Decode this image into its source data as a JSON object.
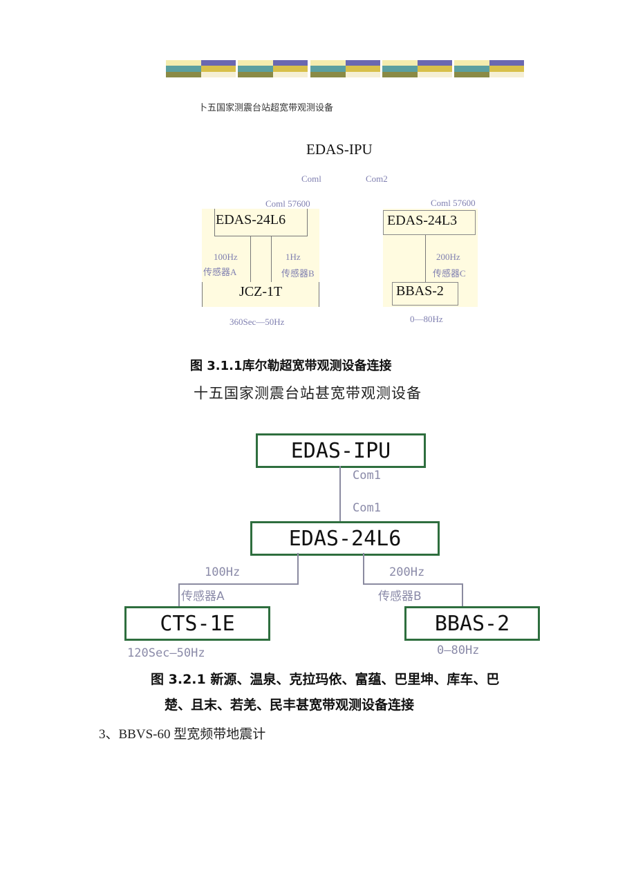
{
  "band_colors": {
    "light_yellow": "#f3ecae",
    "yellow": "#d8c04a",
    "olive": "#8a8a45",
    "teal": "#5aa0a0",
    "purple": "#6a68b0",
    "cream": "#f5efd4"
  },
  "header_caption": "卜五国家测震台站超宽带观测设备",
  "diagram1": {
    "title": "EDAS-IPU",
    "com1": "Coml",
    "com2": "Com2",
    "left": {
      "rate": "Coml 57600",
      "box_top": "EDAS-24L6",
      "sensor_a_hz": "100Hz",
      "sensor_a_name": "传感器A",
      "sensor_b_hz": "1Hz",
      "sensor_b_name": "传感器B",
      "box_bottom": "JCZ-1T",
      "range": "360Sec—50Hz"
    },
    "right": {
      "rate": "Coml 57600",
      "box_top": "EDAS-24L3",
      "sensor_c_hz": "200Hz",
      "sensor_c_name": "传感器C",
      "box_bottom": "BBAS-2",
      "range": "0—80Hz"
    }
  },
  "figure1_caption": {
    "prefix": "图",
    "number": "3.1.1",
    "text": "库尔勒超宽带观测设备连接"
  },
  "section_title": "十五国家测震台站甚宽带观测设备",
  "diagram2": {
    "top_box": "EDAS-IPU",
    "com_upper": "Com1",
    "com_lower": "Com1",
    "mid_box": "EDAS-24L6",
    "left_hz": "100Hz",
    "left_sensor": "传感器A",
    "left_box": "CTS-1E",
    "left_range": "120Sec—50Hz",
    "right_hz": "200Hz",
    "right_sensor": "传感器B",
    "right_box": "BBAS-2",
    "right_range": "0—80Hz"
  },
  "figure2_caption": {
    "prefix": "图",
    "number": "3.2.1",
    "line1": "新源、温泉、克拉玛依、富蕴、巴里坤、库车、巴",
    "line2": "楚、且末、若羌、民丰甚宽带观测设备连接"
  },
  "section3": "3、BBVS-60 型宽频带地震计"
}
